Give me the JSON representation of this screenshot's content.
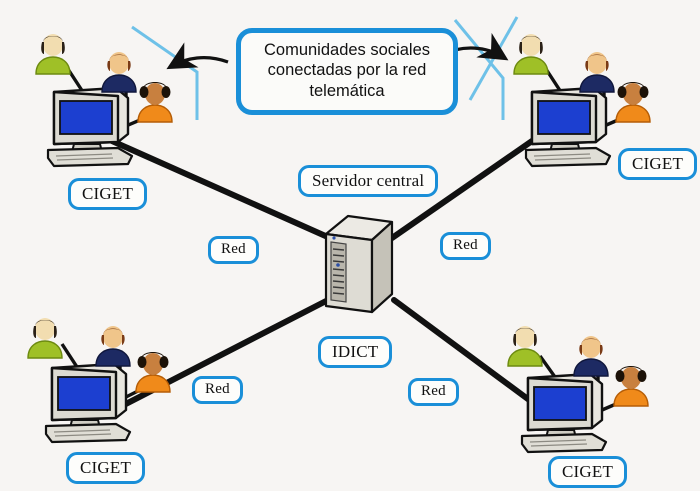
{
  "diagram": {
    "background_color": "#f7f5f3",
    "accent_color": "#1a8fd8",
    "link_color": "#111111",
    "leader_color": "#6ec1e8",
    "callout": {
      "line1": "Comunidades sociales",
      "line2": "conectadas por la red",
      "line3": "telemática"
    },
    "server": {
      "title_label": "Servidor central",
      "name_label": "IDICT"
    },
    "nodes": [
      {
        "id": "ciget-top-left",
        "label": "CIGET"
      },
      {
        "id": "ciget-top-right",
        "label": "CIGET"
      },
      {
        "id": "ciget-bottom-left",
        "label": "CIGET"
      },
      {
        "id": "ciget-bottom-right",
        "label": "CIGET"
      }
    ],
    "links": [
      {
        "id": "link-top-left",
        "label": "Red"
      },
      {
        "id": "link-top-right",
        "label": "Red"
      },
      {
        "id": "link-bottom-left",
        "label": "Red"
      },
      {
        "id": "link-bottom-right",
        "label": "Red"
      }
    ],
    "avatars": {
      "green": {
        "name": "person-green",
        "shirt": "#9fc027",
        "hair": "#2b2117",
        "skin": "#f2ddb0"
      },
      "navy": {
        "name": "person-navy",
        "shirt": "#1d2a63",
        "hair": "#7a3b16",
        "skin": "#f0c58a"
      },
      "orange": {
        "name": "person-orange",
        "shirt": "#f08a1a",
        "hair": "#1c1208",
        "skin": "#c8803f"
      }
    }
  }
}
